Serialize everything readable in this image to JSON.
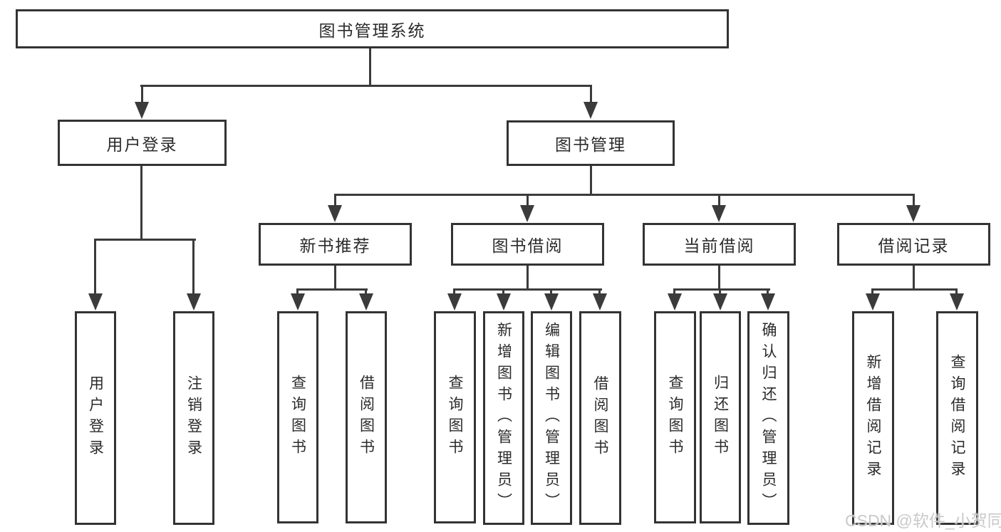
{
  "diagram_title": "图书管理系统",
  "tree": {
    "root": {
      "label": "图书管理系统"
    },
    "branches": [
      {
        "label": "用户登录",
        "children": [
          {
            "label": "用户登录"
          },
          {
            "label": "注销登录"
          }
        ]
      },
      {
        "label": "图书管理",
        "groups": [
          {
            "label": "新书推荐",
            "children": [
              {
                "label": "查询图书"
              },
              {
                "label": "借阅图书"
              }
            ]
          },
          {
            "label": "图书借阅",
            "children": [
              {
                "label": "查询图书"
              },
              {
                "label": "新增图书（管理员）"
              },
              {
                "label": "编辑图书（管理员）"
              },
              {
                "label": "借阅图书"
              }
            ]
          },
          {
            "label": "当前借阅",
            "children": [
              {
                "label": "查询图书"
              },
              {
                "label": "归还图书"
              },
              {
                "label": "确认归还（管理员）"
              }
            ]
          },
          {
            "label": "借阅记录",
            "children": [
              {
                "label": "新增借阅记录"
              },
              {
                "label": "查询借阅记录"
              }
            ]
          }
        ]
      }
    ]
  },
  "watermark": "CSDN @软件_小贺同学",
  "colors": {
    "line": "#3b3b3b",
    "box_border": "#333333",
    "text": "#2b2b2b",
    "watermark": "#c6c6c6",
    "background": "#ffffff"
  }
}
